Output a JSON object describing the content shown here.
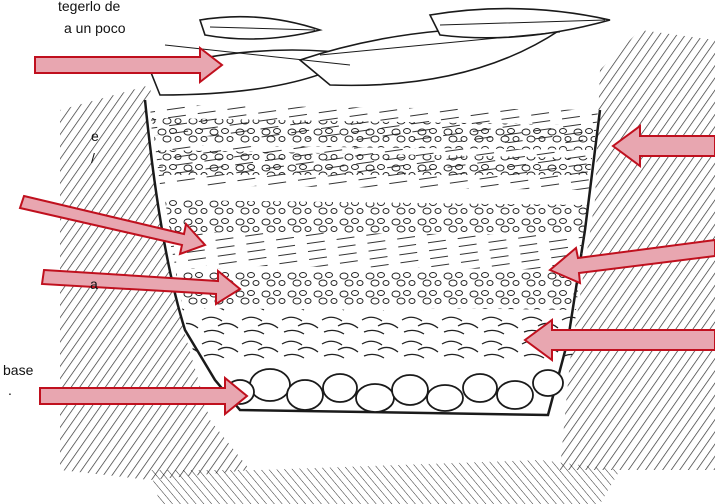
{
  "captions": {
    "top_line_1": "tegerlo de",
    "top_line_2": "a un poco",
    "left_2_line_1": "e",
    "left_2_line_2": "/",
    "left_4": "a",
    "bottom_line_1": "base",
    "bottom_line_2": "."
  },
  "colors": {
    "arrow_fill": "#e8a6b0",
    "arrow_stroke": "#c0101e",
    "ink": "#1a1a1a"
  },
  "icons": {
    "arrow": "arrow-right-icon"
  }
}
